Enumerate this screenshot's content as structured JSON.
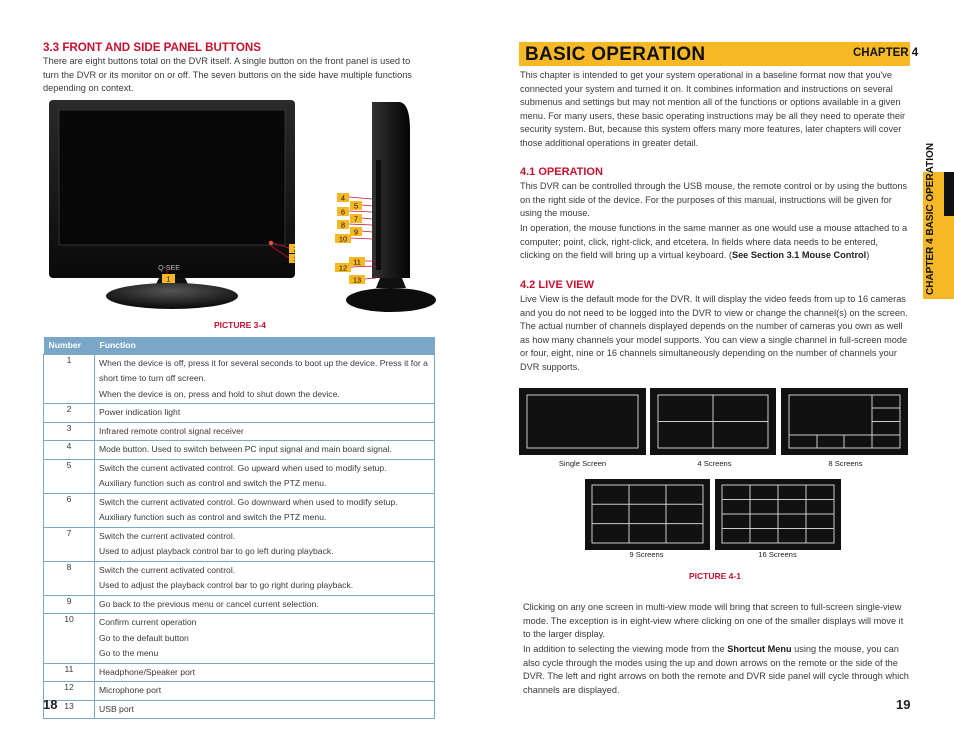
{
  "left_page": {
    "heading": "3.3 FRONT AND SIDE PANEL BUTTONS",
    "intro": "There are eight buttons total on the DVR itself. A single button on the front panel is used to turn the DVR or its monitor on or off. The seven buttons on the side have multiple functions depending on context.",
    "monitor_brand": "Q-SEE",
    "callouts": [
      "1",
      "2",
      "3",
      "4",
      "5",
      "6",
      "7",
      "8",
      "9",
      "10",
      "11",
      "12",
      "13"
    ],
    "caption": "PICTURE 3-4",
    "table": {
      "headers": [
        "Number",
        "Function"
      ],
      "rows": [
        {
          "num": "1",
          "lines": [
            "When the device is off, press it for several seconds to boot up the device. Press it for a short time to turn off screen.",
            "When the device is on, press and hold to shut down the device."
          ]
        },
        {
          "num": "2",
          "lines": [
            "Power indication light"
          ]
        },
        {
          "num": "3",
          "lines": [
            "Infrared remote control signal receiver"
          ]
        },
        {
          "num": "4",
          "lines": [
            "Mode button. Used to switch between PC input signal and main board signal."
          ]
        },
        {
          "num": "5",
          "lines": [
            "Switch the current activated control. Go upward when used to modify setup.",
            "Auxiliary function such as control and switch the PTZ menu."
          ]
        },
        {
          "num": "6",
          "lines": [
            "Switch the current activated control. Go downward when used to modify setup.",
            "Auxiliary function such as control and switch the PTZ menu."
          ]
        },
        {
          "num": "7",
          "lines": [
            "Switch the current activated control.",
            "Used to adjust playback control bar to go left during playback."
          ]
        },
        {
          "num": "8",
          "lines": [
            "Switch the current activated control.",
            "Used to adjust the playback control bar to go right during playback."
          ]
        },
        {
          "num": "9",
          "lines": [
            "Go back to the previous menu or cancel current selection."
          ]
        },
        {
          "num": "10",
          "lines": [
            "Confirm current operation",
            "Go to the default button",
            "Go to the menu"
          ]
        },
        {
          "num": "11",
          "lines": [
            "Headphone/Speaker port"
          ]
        },
        {
          "num": "12",
          "lines": [
            "Microphone port"
          ]
        },
        {
          "num": "13",
          "lines": [
            "USB port"
          ]
        }
      ]
    },
    "page_number": "18"
  },
  "right_page": {
    "title": "BASIC OPERATION",
    "chapter": "CHAPTER 4",
    "side_tab": "CHAPTER 4 BASIC OPERATION",
    "intro": "This chapter is intended to get your system operational in a baseline format now that you've connected your system and turned it on. It combines information and instructions on several submenus and settings but may not mention all of the functions or options available in a given menu. For many users, these basic operating instructions may be all they need to operate their security system. But, because this system offers many more features, later chapters will cover those additional operations in greater detail.",
    "operation": {
      "heading": "4.1 OPERATION",
      "p1": "This DVR can be controlled through the USB mouse, the remote control or by using the buttons on the right side of the device. For the purposes of this manual, instructions will be given for using the mouse.",
      "p2_start": "In operation, the mouse functions in the same manner as one would use a mouse attached to a computer; point, click, right-click, and etcetera. In fields where data needs to be entered, clicking on the field will bring up a virtual keyboard. (",
      "p2_bold": "See Section 3.1 Mouse Control",
      "p2_end": ")"
    },
    "live_view": {
      "heading": "4.2  LIVE VIEW",
      "p1": "Live View is the default mode for the DVR. It will display the video feeds from up to 16 cameras and you do not need to be logged into the DVR to view or change the channel(s) on the screen. The actual number of channels displayed depends on the number of cameras you own as well as how many channels your model supports. You can view a single channel in full-screen mode or four, eight, nine or 16 channels simultaneously depending on the number of channels your DVR supports."
    },
    "screens": {
      "single": "Single Screen",
      "four": "4 Screens",
      "eight": "8 Screens",
      "nine": "9 Screens",
      "sixteen": "16 Screens"
    },
    "caption": "PICTURE 4-1",
    "bottom_p1": "Clicking on any one screen in multi-view mode will bring that screen to full-screen single-view mode. The exception is in eight-view where clicking on one of the smaller displays will move it to the larger display.",
    "bottom_p2_start": "In addition to selecting the viewing mode from the ",
    "bottom_p2_bold": "Shortcut Menu",
    "bottom_p2_end": " using the mouse, you can also cycle through the modes using the up and down arrows on the remote or the side of the DVR. The left and right arrows on both the remote and DVR side panel will cycle through which channels are displayed.",
    "page_number": "19"
  },
  "colors": {
    "accent_red": "#c8102e",
    "title_yellow": "#f7b825",
    "table_blue": "#7aa7c7"
  }
}
